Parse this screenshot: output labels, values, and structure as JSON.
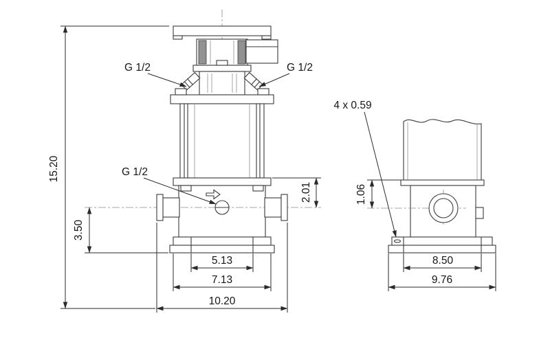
{
  "drawing": {
    "colors": {
      "line": "#3a3a3a",
      "dimension": "#2a2a2a",
      "text": "#161616",
      "background": "#ffffff"
    },
    "views": {
      "front": {
        "labels": {
          "total_height": "15.20",
          "vent_left": "G 1/2",
          "vent_right": "G 1/2",
          "drain": "G 1/2",
          "port_height": "3.50",
          "port_to_flange": "2.01",
          "hole_span": "5.13",
          "plate_width": "7.13",
          "overall_width": "10.20"
        }
      },
      "side": {
        "labels": {
          "holes": "4 x 0.59",
          "flange_to_port": "1.06",
          "hole_span": "8.50",
          "overall_depth": "9.76"
        }
      }
    }
  }
}
